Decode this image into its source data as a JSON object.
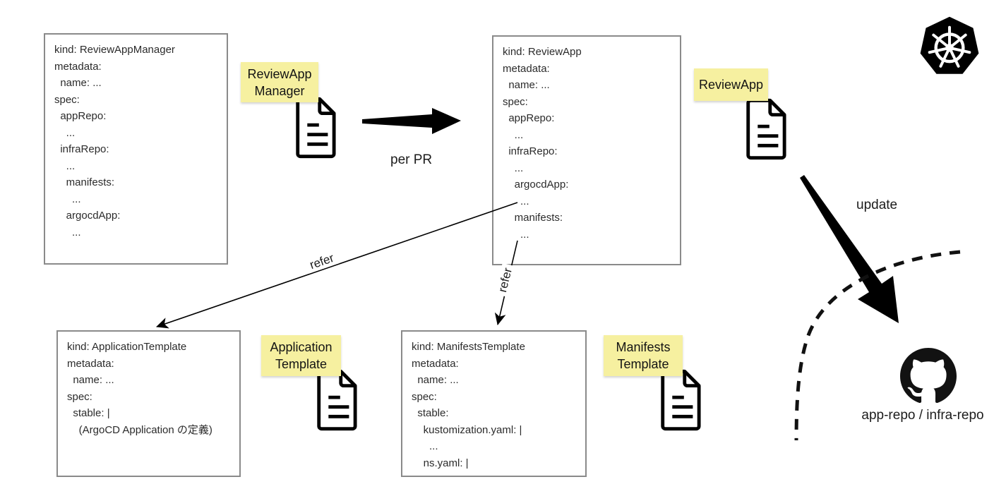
{
  "colors": {
    "sticky_bg": "#f6f0a0",
    "box_border": "#8a8a8a",
    "yaml_text": "#2b2b2b",
    "arrow": "#000000"
  },
  "boxes": {
    "review_app_manager_yaml": "kind: ReviewAppManager\nmetadata:\n  name: ...\nspec:\n  appRepo:\n    ...\n  infraRepo:\n    ...\n    manifests:\n      ...\n    argocdApp:\n      ...",
    "review_app_yaml": "kind: ReviewApp\nmetadata:\n  name: ...\nspec:\n  appRepo:\n    ...\n  infraRepo:\n    ...\n    argocdApp:\n      ...\n    manifests:\n      ...",
    "application_template_yaml": "kind: ApplicationTemplate\nmetadata:\n  name: ...\nspec:\n  stable: |\n    (ArgoCD Application の定義)",
    "manifests_template_yaml": "kind: ManifestsTemplate\nmetadata:\n  name: ...\nspec:\n  stable:\n    kustomization.yaml: |\n      ...\n    ns.yaml: |"
  },
  "stickies": {
    "review_app_manager": "ReviewApp\nManager",
    "review_app": "ReviewApp",
    "application_template": "Application\nTemplate",
    "manifests_template": "Manifests\nTemplate"
  },
  "labels": {
    "per_pr": "per PR",
    "update": "update",
    "refer_application": "refer",
    "refer_manifests": "refer",
    "repos": "app-repo / infra-repo"
  },
  "icons": {
    "kubernetes": "kubernetes-logo",
    "github": "github-logo",
    "document": "document-icon"
  }
}
